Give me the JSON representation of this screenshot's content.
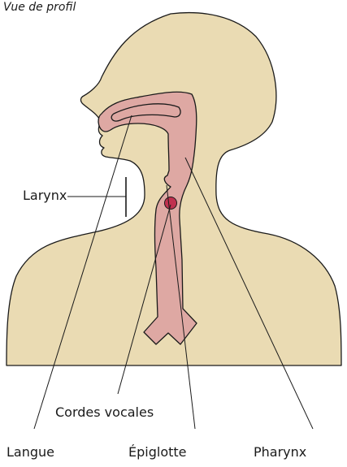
{
  "subtitle": "Vue de profil",
  "labels": {
    "larynx": "Larynx",
    "cordes_vocales": "Cordes vocales",
    "langue": "Langue",
    "epiglotte": "Épiglotte",
    "pharynx": "Pharynx"
  },
  "colors": {
    "skin": "#eadbb3",
    "tract": "#dea8a3",
    "vocal_cords": "#c0304f",
    "outline": "#1a1a1a"
  }
}
